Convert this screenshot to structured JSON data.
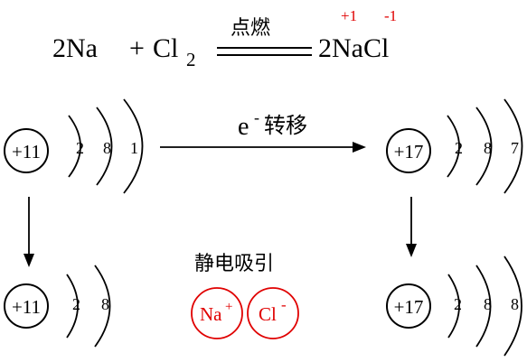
{
  "equation": {
    "coef_na": "2Na",
    "plus": "+",
    "cl": "Cl",
    "cl_subscript": "2",
    "condition": "点燃",
    "product": "2NaCl",
    "valence_na": "+1",
    "valence_cl": "-1"
  },
  "transfer": {
    "electron": "e",
    "electron_sup": "-",
    "label": "转移"
  },
  "attraction": {
    "label": "静电吸引"
  },
  "na_atom": {
    "nucleus": "+11",
    "shells": [
      "2",
      "8",
      "1"
    ]
  },
  "cl_atom": {
    "nucleus": "+17",
    "shells": [
      "2",
      "8",
      "7"
    ]
  },
  "na_ion": {
    "nucleus": "+11",
    "shells": [
      "2",
      "8"
    ],
    "symbol": "Na",
    "charge": "+"
  },
  "cl_ion": {
    "nucleus": "+17",
    "shells": [
      "2",
      "8",
      "8"
    ],
    "symbol": "Cl",
    "charge": "-"
  },
  "colors": {
    "ink": "#000000",
    "accent": "#e00000"
  }
}
